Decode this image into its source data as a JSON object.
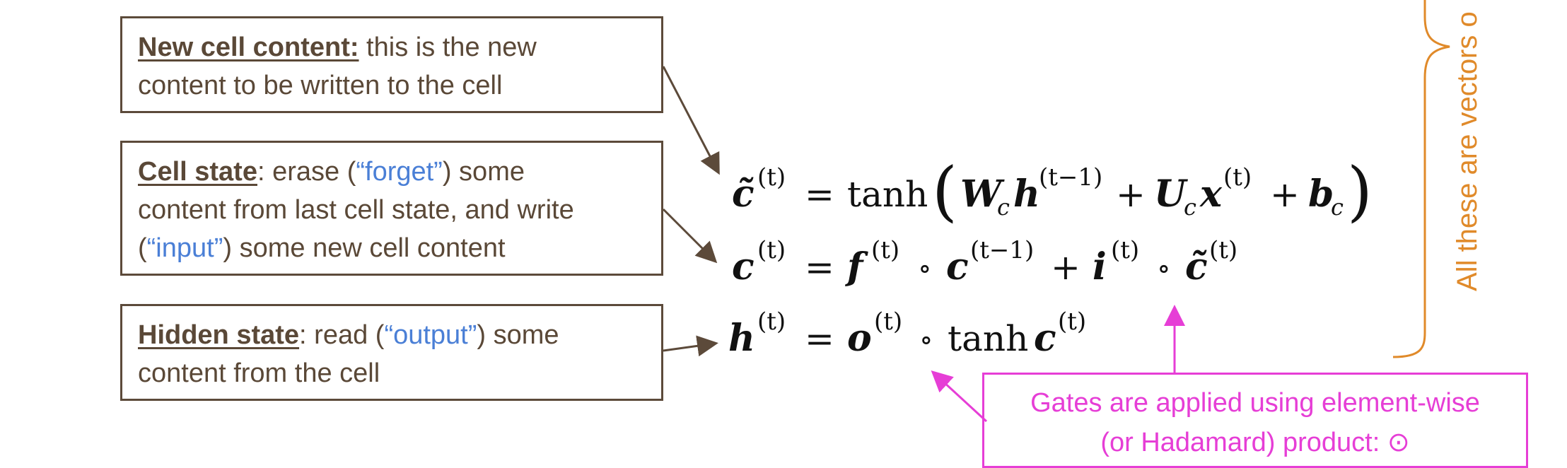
{
  "callouts": {
    "new_cell": {
      "term": "New cell content:",
      "line1_rest": " this is the new",
      "line2": "content to be written to the cell"
    },
    "cell_state": {
      "term": "Cell state",
      "line1_a": ": erase (",
      "line1_quote": "“forget”",
      "line1_b": ") some",
      "line2": "content from last cell state, and write",
      "line3_a": "(",
      "line3_quote": "“input”",
      "line3_b": ") some new cell content"
    },
    "hidden_state": {
      "term": "Hidden state",
      "line1_a": ": read (",
      "line1_quote": "“output”",
      "line1_b": ") some",
      "line2": "content from the cell"
    }
  },
  "gate_note": {
    "line1": "Gates are applied using element-wise",
    "line2": "(or Hadamard) product: ⊙"
  },
  "side_note": "All these are vectors o",
  "equations": {
    "eq1": {
      "lhs": "c̃",
      "lhs_sup": "(t)",
      "eq": "=",
      "tanh": "tanh",
      "lparen": "(",
      "W": "W",
      "W_sub": "c",
      "h": "h",
      "h_sup": "(t−1)",
      "plus1": "+",
      "U": "U",
      "U_sub": "c",
      "x": "x",
      "x_sup": "(t)",
      "plus2": "+",
      "b": "b",
      "b_sub": "c",
      "rparen": ")"
    },
    "eq2": {
      "lhs": "c",
      "lhs_sup": "(t)",
      "eq": "=",
      "f": "f",
      "f_sup": "(t)",
      "circ1": "∘",
      "c": "c",
      "c_sup": "(t−1)",
      "plus": "+",
      "i": "i",
      "i_sup": "(t)",
      "circ2": "∘",
      "ct": "c̃",
      "ct_sup": "(t)"
    },
    "eq3": {
      "lhs": "h",
      "lhs_sup": "(t)",
      "eq": "=",
      "o": "o",
      "o_sup": "(t)",
      "circ": "∘",
      "tanh": "tanh",
      "c": "c",
      "c_sup": "(t)"
    }
  },
  "colors": {
    "callout_border": "#5c4a3a",
    "callout_text": "#5a4837",
    "quote": "#4a7fd6",
    "gate": "#e63ed6",
    "brace": "#e08a2a",
    "equation": "#111111"
  }
}
